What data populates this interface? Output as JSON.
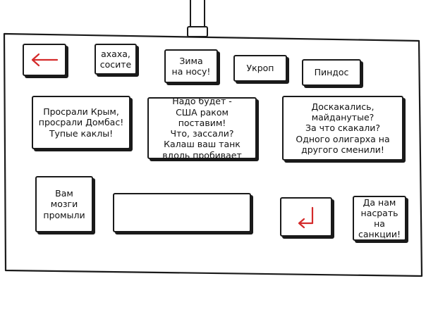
{
  "keyboard": {
    "back_key": {
      "icon": "left-arrow-icon",
      "arrow_color": "#d42a2a"
    },
    "keys": {
      "k1": "ахаха,\nсосите",
      "k2": "Зима\nна носу!",
      "k3": "Укроп",
      "k4": "Пиндос",
      "k5": "Просрали Крым,\nпросрали Домбас!\nТупые каклы!",
      "k6": "Надо будет -\nСША раком поставим!\nЧто, зассали?\nКалаш ваш танк\nвдоль пробивает",
      "k7": "Доскакались,\nмайданутые?\nЗа что скакали?\nОдного олигарха на\nдругого сменили!",
      "k8": "Вам\nмозги\nпромыли",
      "k9": "Да нам\nнасрать на\nсанкции!"
    },
    "enter_key": {
      "icon": "enter-arrow-icon",
      "arrow_color": "#d42a2a"
    }
  }
}
